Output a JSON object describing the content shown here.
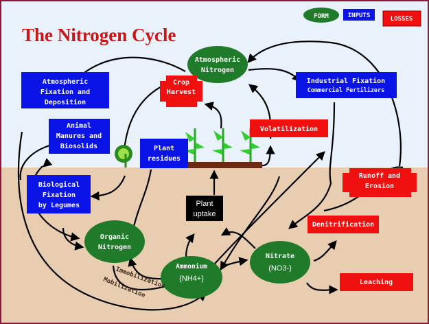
{
  "title": "The Nitrogen Cycle",
  "legend": {
    "form": "FORM",
    "inputs": "INPUTS",
    "losses": "LOSSES"
  },
  "colors": {
    "form": "#1f7a2a",
    "inputs": "#0a14e6",
    "losses": "#f01010",
    "title": "#cc1515",
    "sky": "#e9f1fb",
    "soil": "#e8cdb1",
    "uptake": "#000000"
  },
  "forms": {
    "atmospheric": [
      "Atmospheric",
      "Nitrogen"
    ],
    "organic": [
      "Organic",
      "Nitrogen"
    ],
    "ammonium": [
      "Ammonium",
      "(NH4+)"
    ],
    "nitrate": [
      "Nitrate",
      "(NO3-)"
    ]
  },
  "inputs": {
    "atm_fixation": [
      "Atmospheric",
      "Fixation and",
      "Deposition"
    ],
    "industrial": [
      "Industrial Fixation",
      "Commercial Fertilizers"
    ],
    "manures": [
      "Animal",
      "Manures and",
      "Biosolids"
    ],
    "residues": [
      "Plant",
      "residues"
    ],
    "legumes": [
      "Biological",
      "Fixation",
      "by Legumes"
    ]
  },
  "losses": {
    "crop": [
      "Crop",
      "Harvest"
    ],
    "volatilization": "Volatilization",
    "runoff": [
      "Runoff and",
      "Erosion"
    ],
    "denitrification": "Denitrification",
    "leaching": "Leaching"
  },
  "uptake": [
    "Plant",
    "uptake"
  ],
  "processes": {
    "immobilization": "Immobilization",
    "mobilization": "Mobilization"
  }
}
